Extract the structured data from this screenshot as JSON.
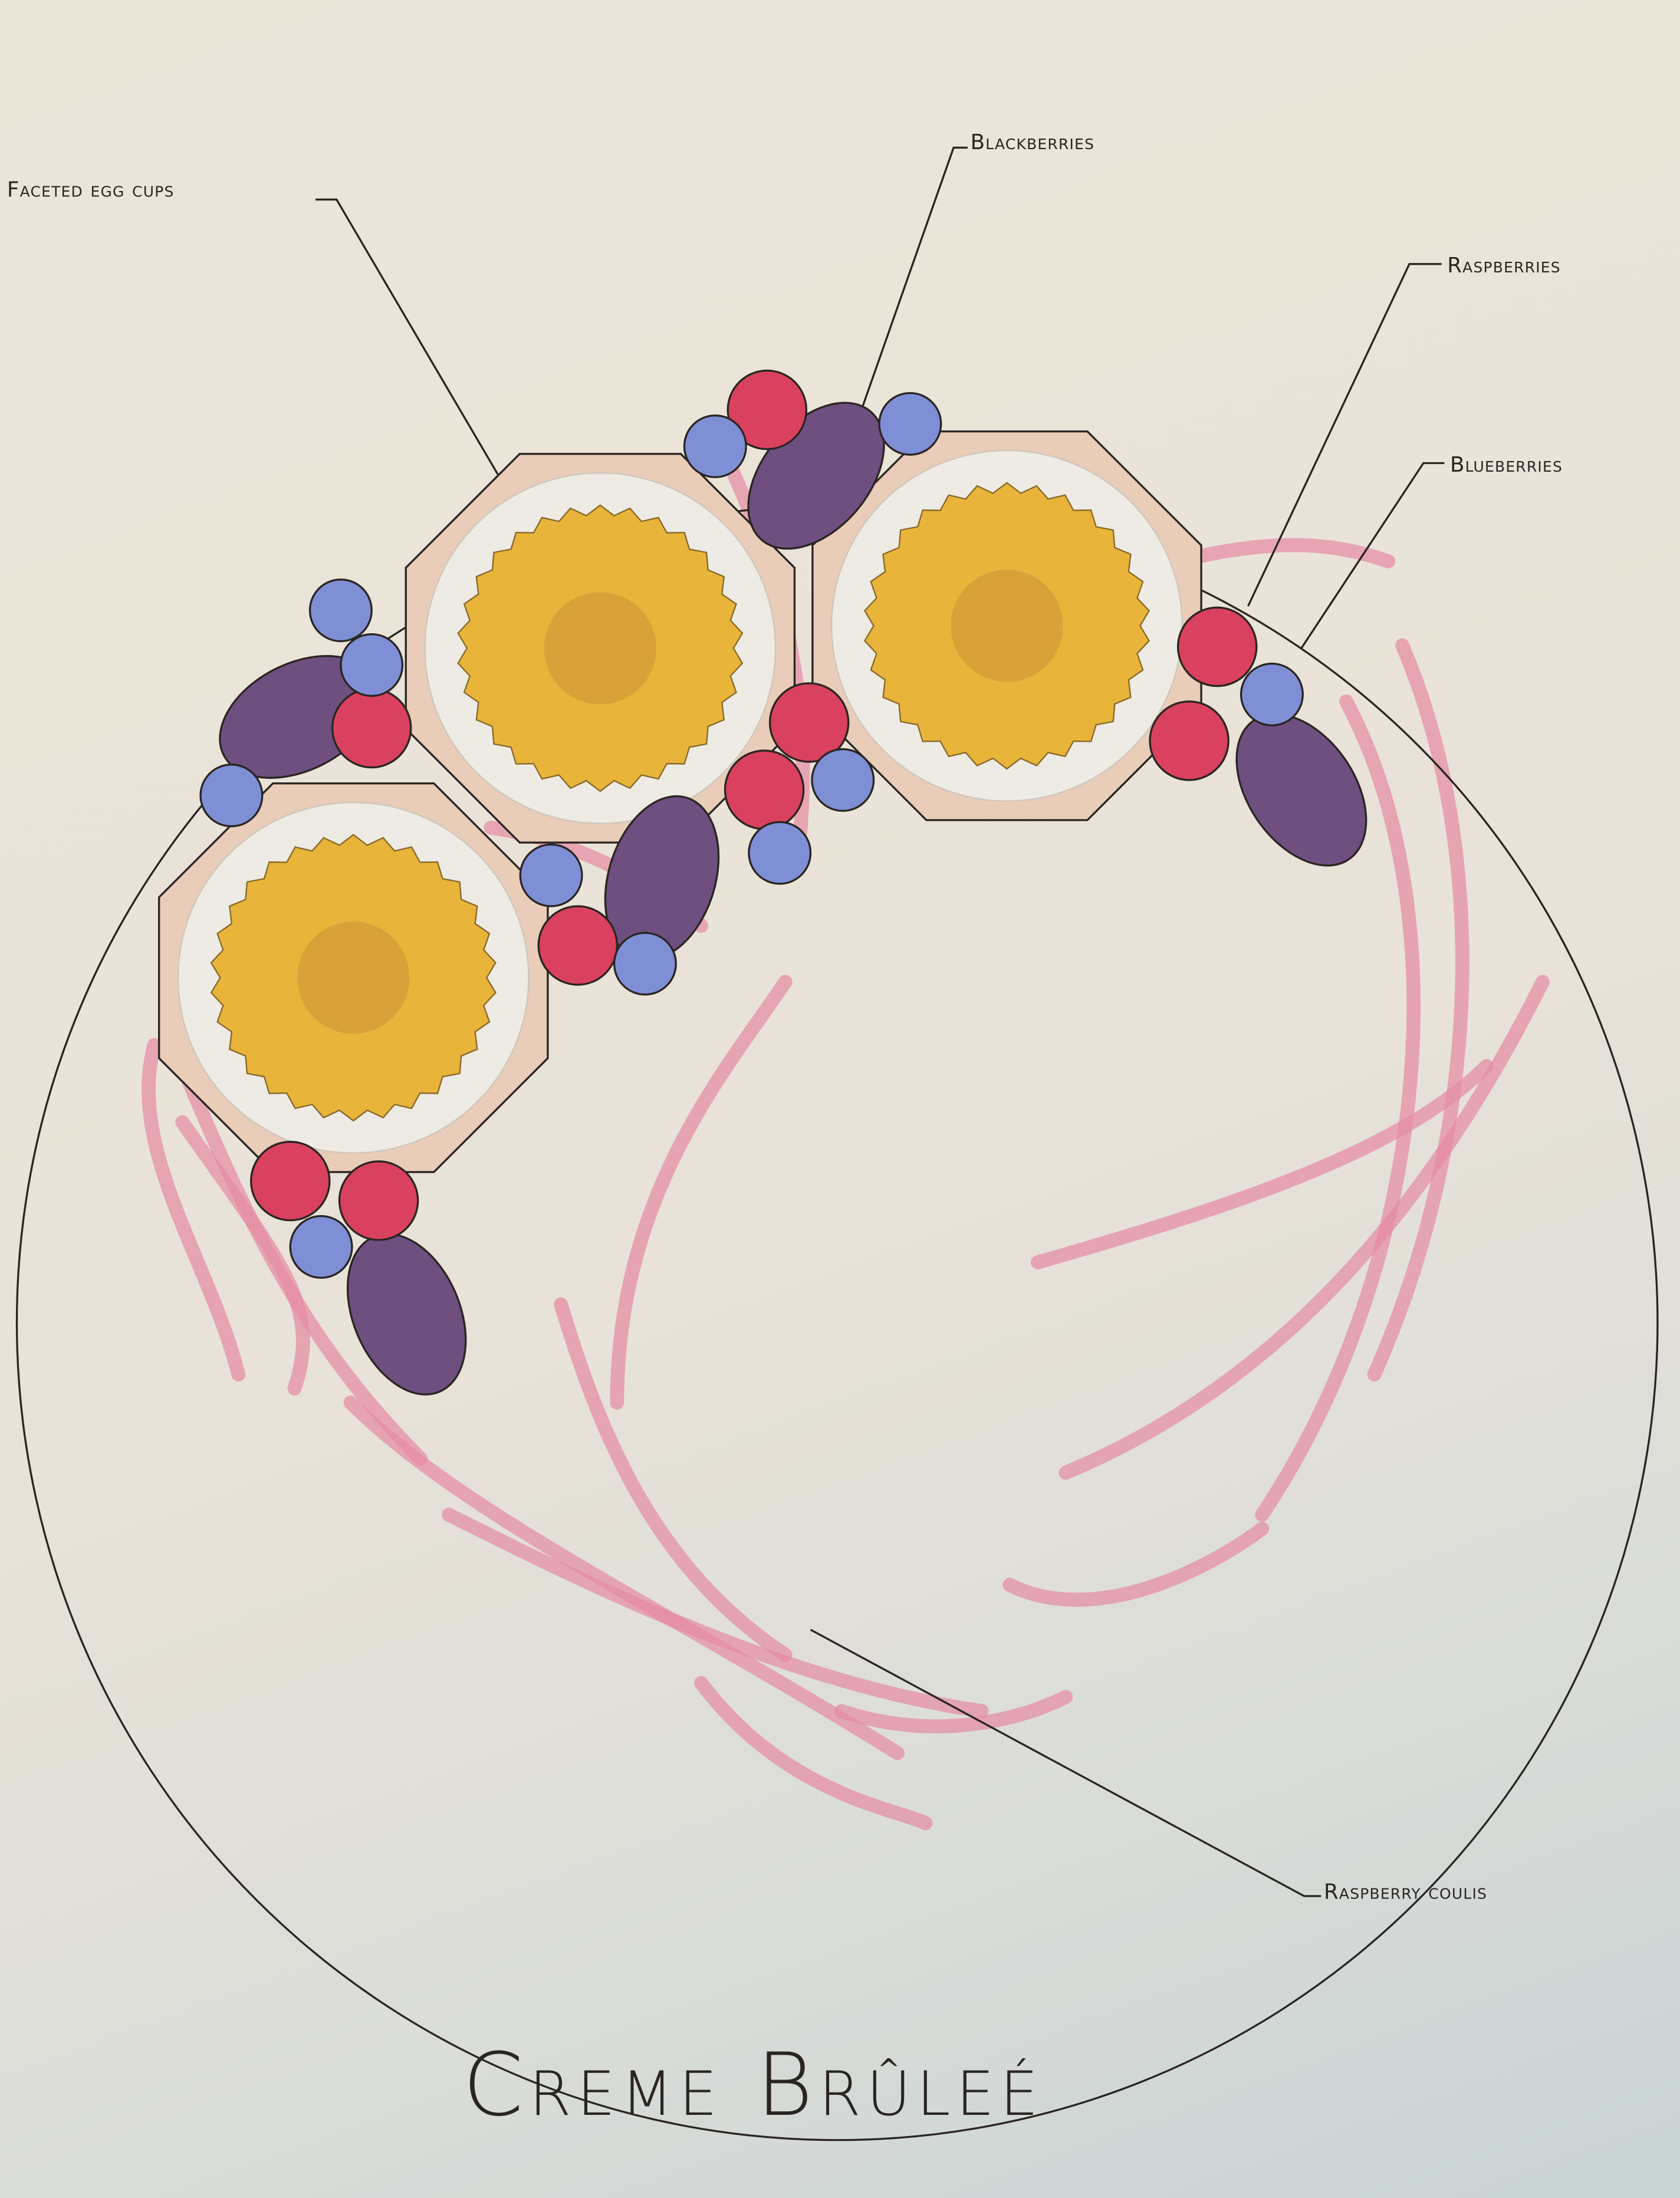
{
  "title": "Creme Brûleé",
  "labels": {
    "egg_cups": "Faceted egg cups",
    "blackberries": "Blackberries",
    "raspberries": "Raspberries",
    "blueberries": "Blueberries",
    "coulis": "Raspberry coulis"
  },
  "colors": {
    "paper": "#ebe4d9",
    "custard": "#e8b53a",
    "cup": "#e9cdb8",
    "raspberry": "#d9415f",
    "blueberry": "#7f8fd6",
    "blackberry": "#6e4f80",
    "coulis": "#e58aa3"
  }
}
